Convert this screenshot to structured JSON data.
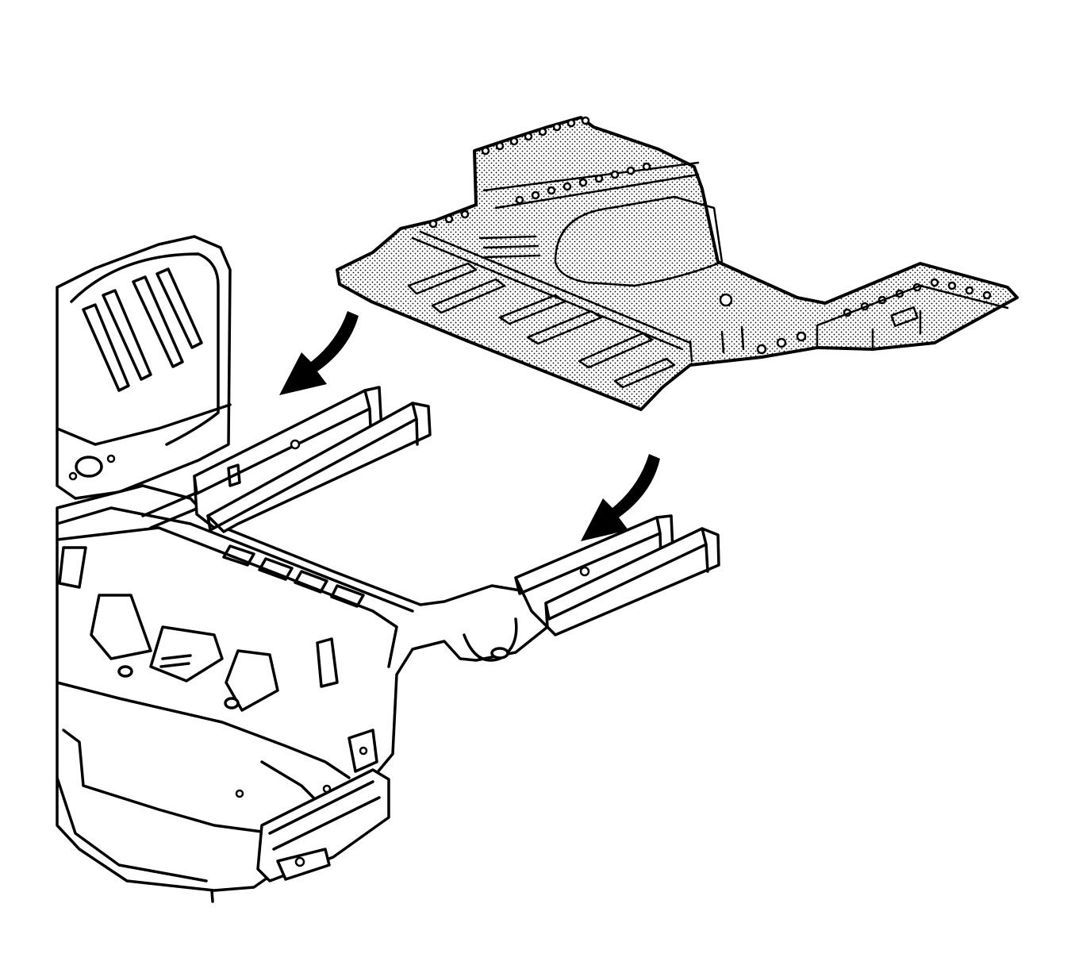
{
  "figure": {
    "title": "",
    "components": [
      {
        "name": "replacement-rear-floor-panel",
        "shaded": true
      },
      {
        "name": "vehicle-rear-body-structure",
        "shaded": false
      },
      {
        "name": "left-rear-frame-rail",
        "shaded": false
      },
      {
        "name": "right-rear-frame-rail",
        "shaded": false
      }
    ],
    "arrows": [
      {
        "name": "install-direction-arrow-left",
        "direction": "down-left"
      },
      {
        "name": "install-direction-arrow-right",
        "direction": "down-left"
      }
    ],
    "colors": {
      "line": "#000000",
      "background": "#ffffff",
      "panel_shading": "stippled-gray"
    }
  }
}
